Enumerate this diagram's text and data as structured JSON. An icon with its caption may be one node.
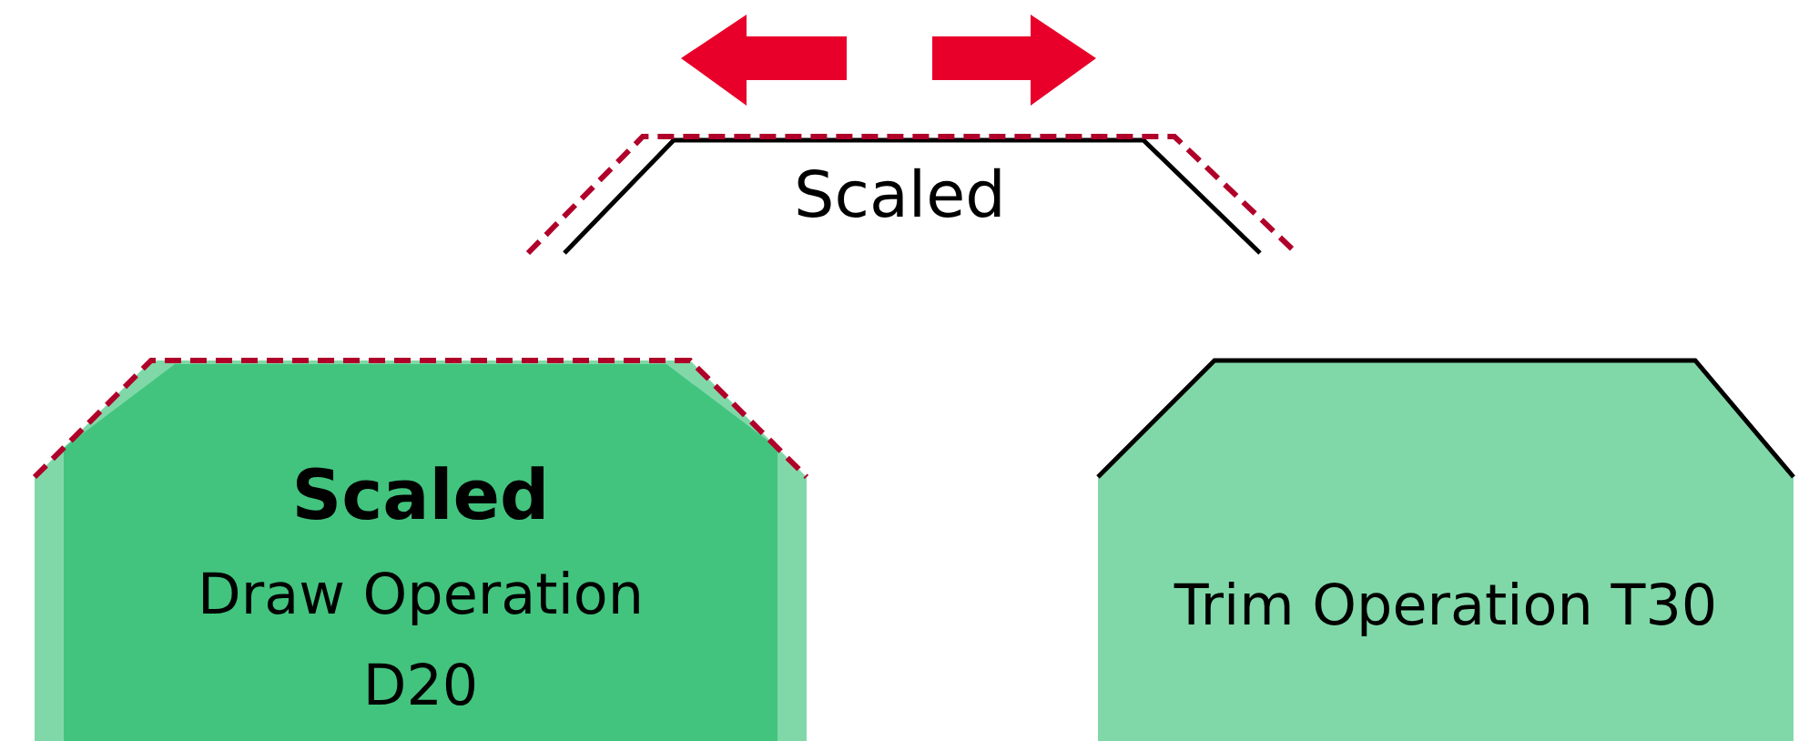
{
  "diagram": {
    "nodes": [
      {
        "text": [
          "Scaled",
          "Draw Operation D20"
        ]
      },
      {
        "text": [
          "Trim Operation T30"
        ]
      }
    ],
    "labels": [
      "Scaled"
    ]
  }
}
